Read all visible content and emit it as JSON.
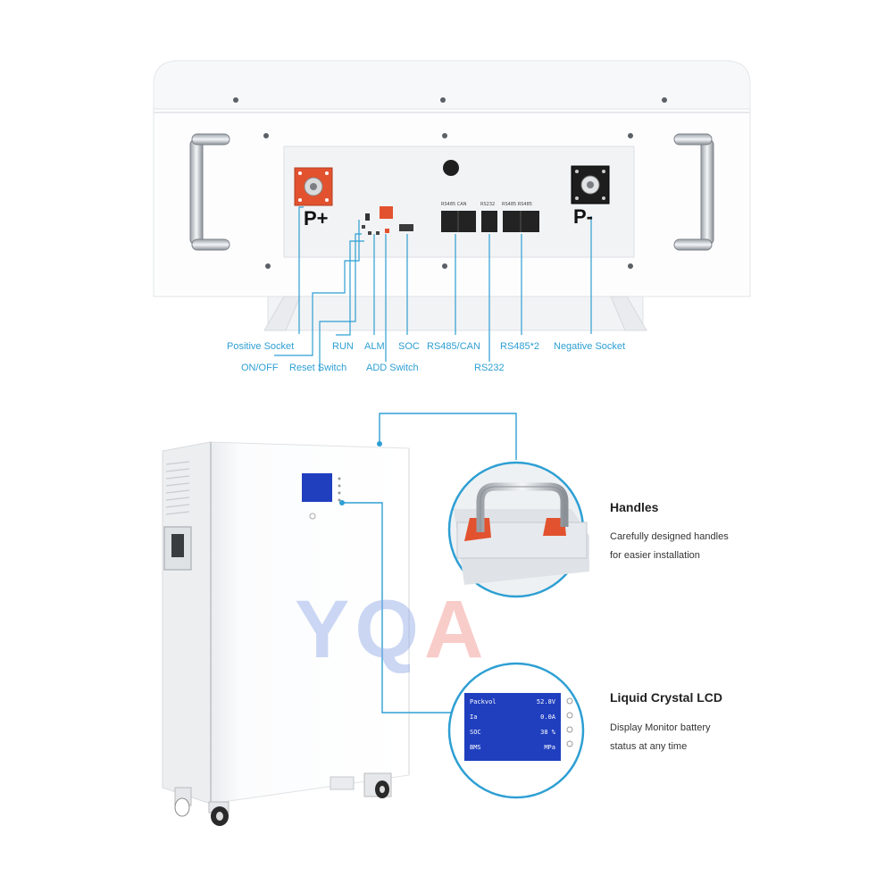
{
  "top_panel": {
    "positive_terminal": "P+",
    "negative_terminal": "P-",
    "port_labels": {
      "rs485_can": "RS485 CAN",
      "rs232": "RS232",
      "rs485_multi": "RS485 RS485"
    },
    "callouts": {
      "positive_socket": "Positive Socket",
      "on_off": "ON/OFF",
      "reset_switch": "Reset Switch",
      "run": "RUN",
      "alm": "ALM",
      "add_switch": "ADD Switch",
      "soc": "SOC",
      "rs485_can": "RS485/CAN",
      "rs232": "RS232",
      "rs485x2": "RS485*2",
      "negative_socket": "Negative Socket"
    }
  },
  "features": {
    "handles": {
      "title": "Handles",
      "line1": "Carefully designed handles",
      "line2": "for easier installation"
    },
    "lcd": {
      "title": "Liquid Crystal LCD",
      "line1": "Display Monitor battery",
      "line2": "status at any time",
      "rows": [
        [
          "Packvol",
          "52.8V"
        ],
        [
          "Ia",
          "0.0A"
        ],
        [
          "SOC",
          "38 %"
        ],
        [
          "BMS",
          "MPa"
        ]
      ]
    }
  },
  "watermark": "YQA",
  "colors": {
    "accent": "#2e9fd3",
    "terminal_positive": "#e2522f",
    "terminal_negative": "#1d1d1d",
    "lcd_blue": "#1f3fbf",
    "watermark_blue": "#8ea7e6",
    "watermark_red": "#f0908a"
  }
}
